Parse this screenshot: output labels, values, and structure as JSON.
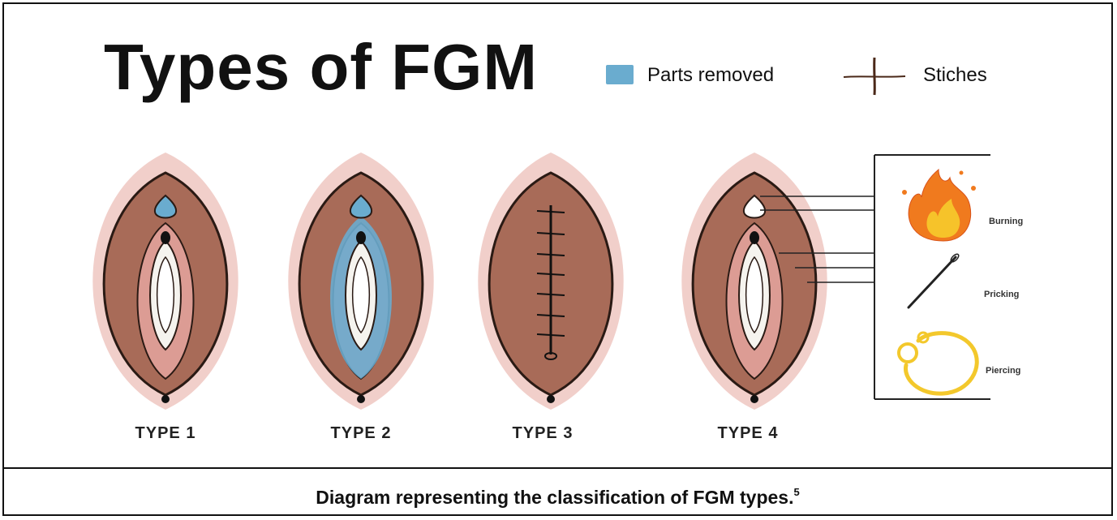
{
  "title": "Types of FGM",
  "legend": {
    "parts_removed_label": "Parts removed",
    "parts_removed_color": "#6aaccf",
    "stitches_label": "Stiches",
    "stitches_color": "#4a2818"
  },
  "types": [
    {
      "label": "TYPE 1"
    },
    {
      "label": "TYPE 2"
    },
    {
      "label": "TYPE 3"
    },
    {
      "label": "TYPE 4"
    }
  ],
  "type4_methods": [
    {
      "label": "Burning",
      "icon": "fire-icon"
    },
    {
      "label": "Pricking",
      "icon": "needle-icon"
    },
    {
      "label": "Piercing",
      "icon": "ring-icon"
    }
  ],
  "caption": {
    "text": "Diagram representing the classification of FGM types.",
    "footnote": "5"
  },
  "colors": {
    "skin": "#a86b58",
    "outer_pink": "#f1cfca",
    "inner_pink": "#dc9c94",
    "outline": "#2a1a14",
    "white": "#f5f3ee",
    "fire_outer": "#f07a1e",
    "fire_inner": "#f6c32a",
    "ring": "#f3c82c"
  }
}
